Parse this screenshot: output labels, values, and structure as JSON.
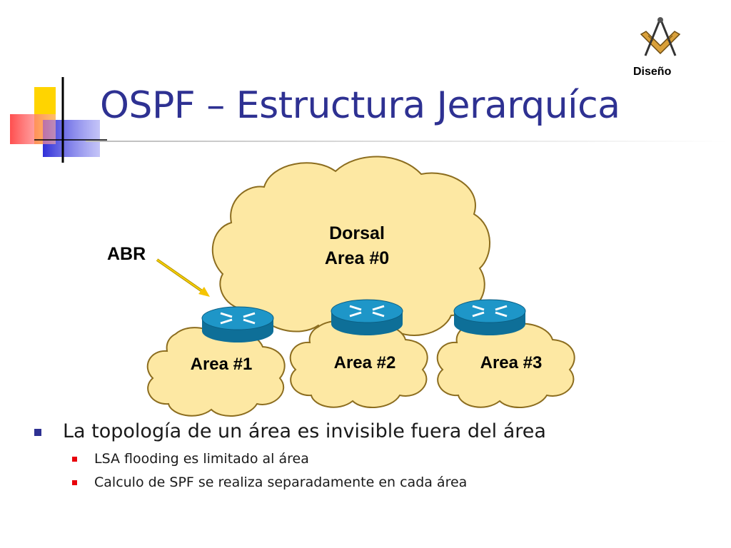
{
  "slide": {
    "title": "OSPF – Estructura Jerarquíca",
    "logo": {
      "icon": "compass-square-icon",
      "label": "Diseño"
    }
  },
  "diagram": {
    "backbone": {
      "line1": "Dorsal",
      "line2": "Area #0"
    },
    "areas": [
      "Area #1",
      "Area #2",
      "Area #3"
    ],
    "abr_label": "ABR",
    "router_icon": "router-icon",
    "colors": {
      "cloud_fill": "#fde8a3",
      "cloud_stroke": "#8c6d1f",
      "router_top": "#1e96c8",
      "router_side": "#0e6f98",
      "arrow": "#f5c400"
    }
  },
  "bullets": {
    "main": "La topología de un área es invisible fuera del área",
    "sub": [
      "LSA flooding es limitado al área",
      "Calculo de SPF se realiza separadamente en cada área"
    ]
  },
  "colors": {
    "title": "#2e3192",
    "bullet_main": "#2e3192",
    "bullet_sub": "#e8000b"
  }
}
